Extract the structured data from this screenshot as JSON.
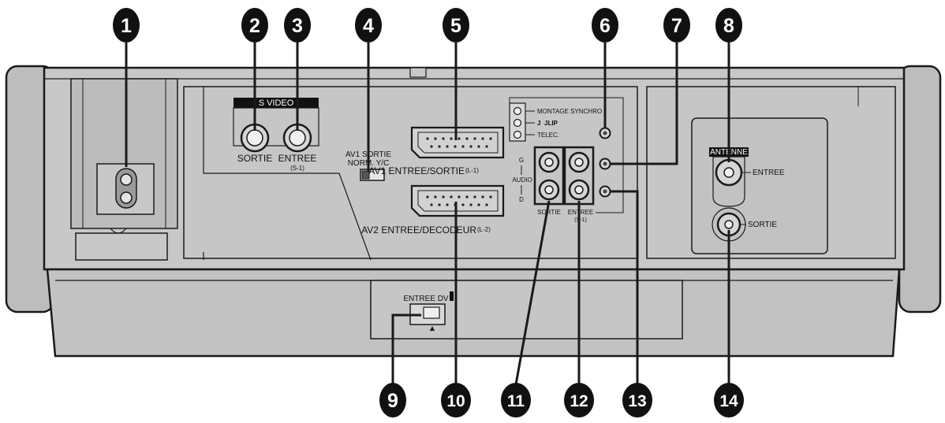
{
  "callouts": [
    "1",
    "2",
    "3",
    "4",
    "5",
    "6",
    "7",
    "8",
    "9",
    "10",
    "11",
    "12",
    "13",
    "14"
  ],
  "labels": {
    "s_video": "S VIDEO",
    "sortie": "SORTIE",
    "entree": "ENTREE",
    "s1": "(S-1)",
    "av1_sortie": "AV1 SORTIE",
    "norm_yc": "NORM. Y/C",
    "av1_entree_sortie": "AV1 ENTREE/SORTIE",
    "l1": "(L-1)",
    "av2_entree_decodeur": "AV2 ENTREE/DECODEUR",
    "l2": "(L-2)",
    "montage_synchro": "MONTAGE SYNCHRO",
    "jlip": "JLIP",
    "telec": "TELEC.",
    "audio": "AUDIO",
    "g": "G",
    "d": "D",
    "audio_sortie": "SORTIE",
    "audio_entree": "ENTREE",
    "audio_s1": "(S-1)",
    "antenne": "ANTENNE",
    "ant_entree": "ENTREE",
    "ant_sortie": "SORTIE",
    "entree_dv": "ENTREE DV"
  },
  "colors": {
    "panel": "#c8c8c8",
    "panel_dark": "#b4b4b4",
    "outline": "#1a1a1a",
    "callout": "#111111"
  }
}
